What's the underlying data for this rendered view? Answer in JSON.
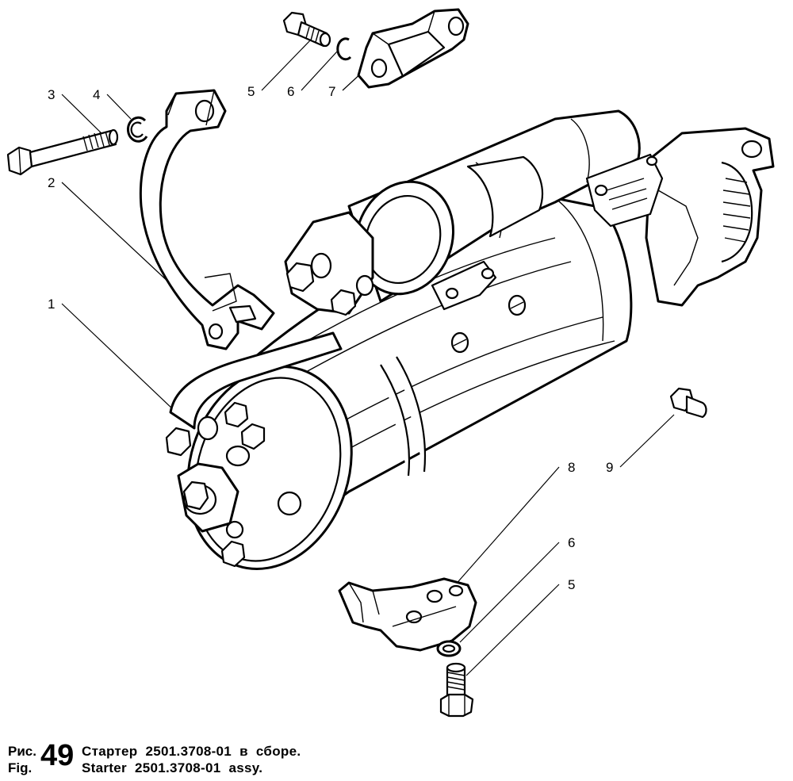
{
  "figure": {
    "label_ru": "Рис.",
    "label_en": "Fig.",
    "number": "49",
    "title_ru": "Стартер  2501.3708-01  в  сборе.",
    "title_en": "Starter  2501.3708-01  assy."
  },
  "callouts": [
    {
      "id": "c1",
      "text": "1"
    },
    {
      "id": "c2",
      "text": "2"
    },
    {
      "id": "c3",
      "text": "3"
    },
    {
      "id": "c4",
      "text": "4"
    },
    {
      "id": "c5a",
      "text": "5"
    },
    {
      "id": "c6a",
      "text": "6"
    },
    {
      "id": "c7",
      "text": "7"
    },
    {
      "id": "c8",
      "text": "8"
    },
    {
      "id": "c6b",
      "text": "6"
    },
    {
      "id": "c5b",
      "text": "5"
    },
    {
      "id": "c9",
      "text": "9"
    }
  ]
}
